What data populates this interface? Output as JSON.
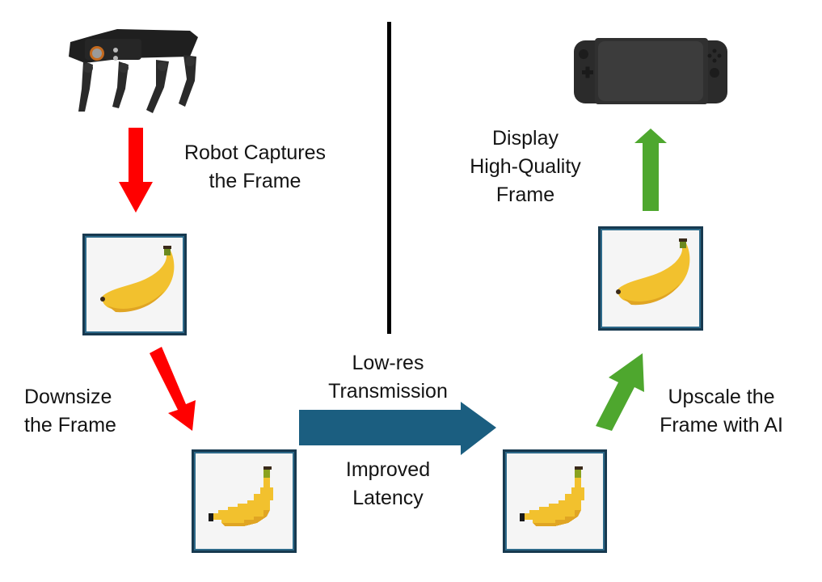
{
  "diagram": {
    "title": "AI-upscaled low-latency video transmission pipeline",
    "nodes": {
      "robot": {
        "icon": "quadruped-robot-icon",
        "description": "Quadruped robot camera source"
      },
      "handheld": {
        "icon": "handheld-console-icon",
        "description": "Handheld display device"
      },
      "frame_original": {
        "icon": "banana-image-icon",
        "quality": "high-res"
      },
      "frame_downsized": {
        "icon": "pixelated-banana-image-icon",
        "quality": "low-res"
      },
      "frame_received": {
        "icon": "pixelated-banana-image-icon",
        "quality": "low-res"
      },
      "frame_upscaled": {
        "icon": "banana-image-icon",
        "quality": "high-res"
      }
    },
    "labels": {
      "capture_line1": "Robot Captures",
      "capture_line2": "the Frame",
      "downsize_line1": "Downsize",
      "downsize_line2": "the Frame",
      "transmit_line1": "Low-res",
      "transmit_line2": "Transmission",
      "latency_line1": "Improved",
      "latency_line2": "Latency",
      "upscale_line1": "Upscale the",
      "upscale_line2": "Frame with AI",
      "display_line1": "Display",
      "display_line2": "High-Quality",
      "display_line3": "Frame"
    },
    "colors": {
      "robot_side_arrows": "#ff0000",
      "display_side_arrows": "#4ea72e",
      "transmission_arrow": "#1b5e80",
      "frame_border": "#17394f",
      "divider": "#000000"
    }
  }
}
